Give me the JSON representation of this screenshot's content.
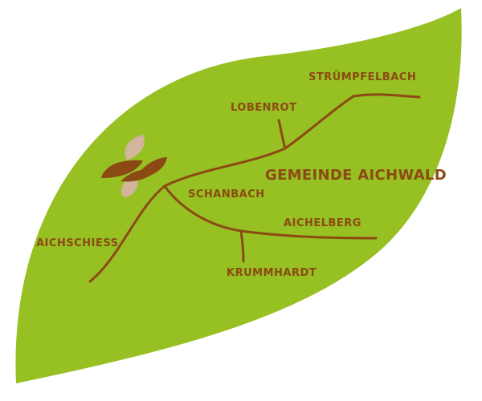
{
  "title": "GEMEINDE AICHWALD",
  "places": {
    "struempfelbach": "STRÜMPFELBACH",
    "lobenrot": "LOBENROT",
    "schanbach": "SCHANBACH",
    "aichelberg": "AICHELBERG",
    "aichschiess": "AICHSCHIESS",
    "krummhardt": "KRUMMHARDT"
  },
  "colors": {
    "leaf": "#97c022",
    "road": "#8b4a14",
    "text": "#8b4a14",
    "logo_dark": "#8b4a14",
    "logo_light": "#d2b59b"
  },
  "icons": {
    "logo": "cross-leaf-emblem"
  }
}
